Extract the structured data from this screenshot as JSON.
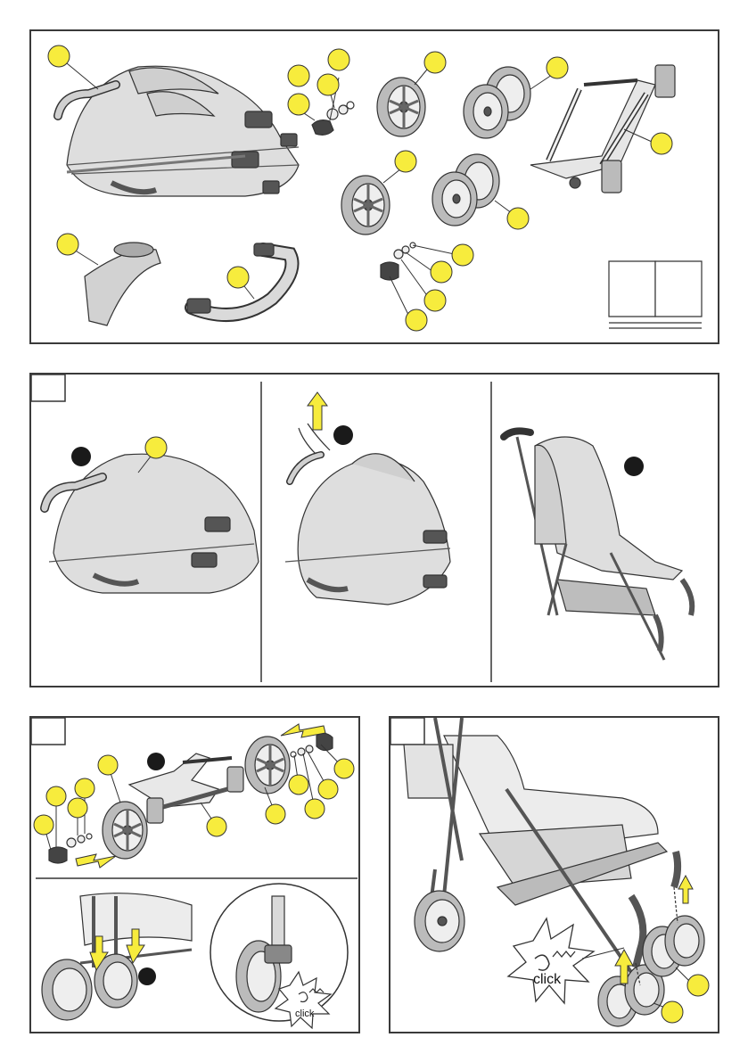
{
  "page": {
    "background": "#ffffff",
    "accent_yellow": "#f7ec3d",
    "line_color": "#333333"
  },
  "panels": {
    "contents": {
      "name": "parts-contents",
      "book_icon": "open-book-icon"
    },
    "step1": {
      "name": "unfold-stroller",
      "frames": 3
    },
    "step2": {
      "name": "attach-rear-wheels"
    },
    "step3": {
      "name": "attach-front-wheels"
    }
  },
  "sounds": {
    "click_small": "click",
    "click_large": "click"
  }
}
